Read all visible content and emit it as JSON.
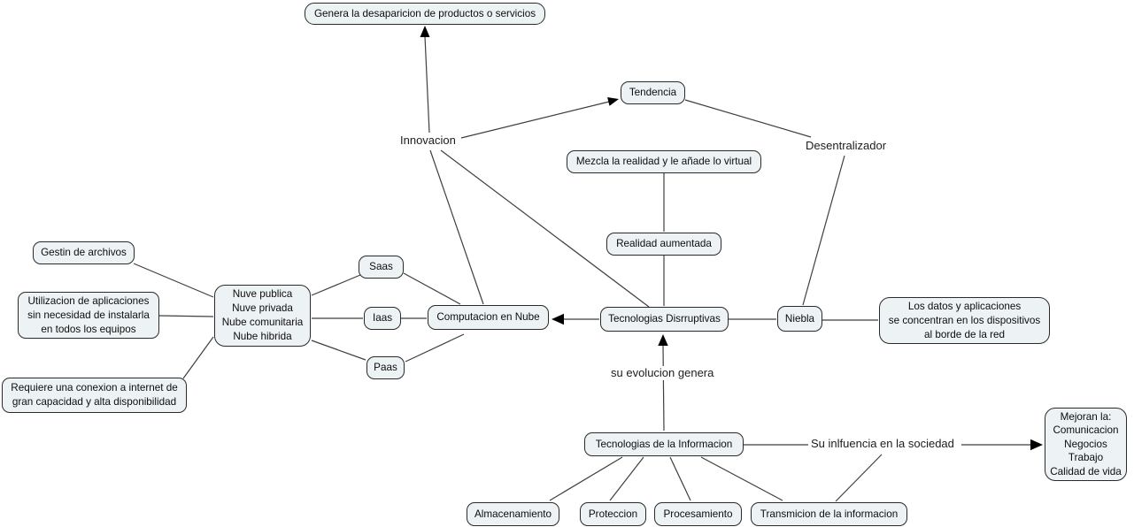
{
  "map": {
    "colors": {
      "background": "#ffffff",
      "node_fill": "#edf2f5",
      "node_border": "#2a2a2a",
      "edge": "#3f3f3f",
      "arrowhead": "#000000"
    },
    "nodes": {
      "genera": "Genera la desaparicion de productos o servicios",
      "tendencia": "Tendencia",
      "mezcla": "Mezcla la realidad y le añade lo virtual",
      "realidad": "Realidad aumentada",
      "gestin": "Gestin de archivos",
      "utilizacion": [
        "Utilizacion de aplicaciones",
        "sin necesidad de instalarla",
        "en todos los equipos"
      ],
      "requiere": [
        "Requiere una conexion a internet de",
        "gran capacidad y alta disponibilidad"
      ],
      "nuve": [
        "Nuve publica",
        "Nuve privada",
        "Nube comunitaria",
        "Nube hibrida"
      ],
      "saas": "Saas",
      "iaas": "Iaas",
      "paas": "Paas",
      "computacion": "Computacion en Nube",
      "disrruptivas": "Tecnologias Disrruptivas",
      "niebla": "Niebla",
      "losdatos": [
        "Los datos y aplicaciones",
        "se concentran en los dispositivos",
        "al borde de la red"
      ],
      "tecinfo": "Tecnologias de la Informacion",
      "mejoran": [
        "Mejoran la:",
        "Comunicacion",
        "Negocios",
        "Trabajo",
        "Calidad de vida"
      ],
      "almacenamiento": "Almacenamiento",
      "proteccion": "Proteccion",
      "procesamiento": "Procesamiento",
      "transmicion": "Transmicion de la informacion"
    },
    "links": {
      "innovacion": "Innovacion",
      "desentralizador": "Desentralizador",
      "su_evolucion": "su evolucion genera",
      "su_influencia": "Su inlfuencia en la sociedad"
    }
  }
}
